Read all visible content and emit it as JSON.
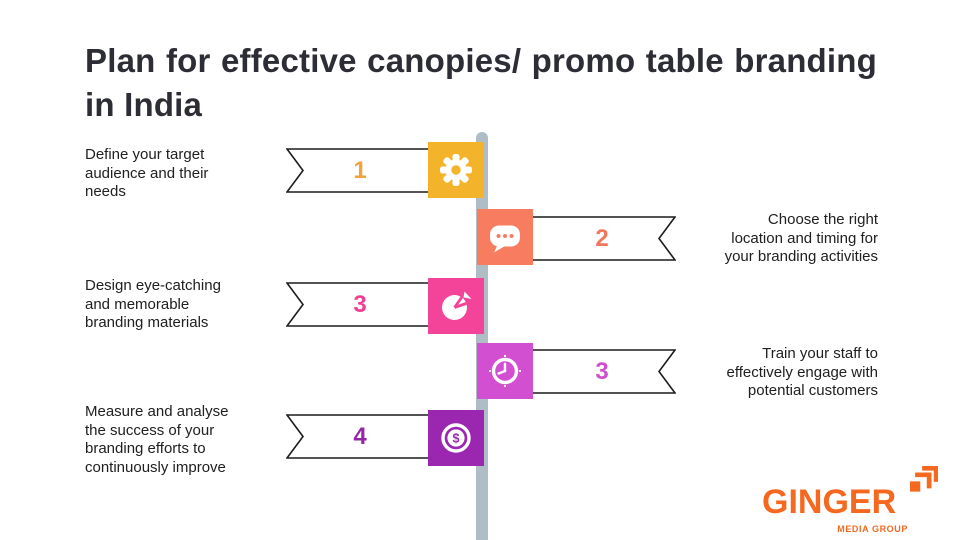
{
  "title": "Plan for effective canopies/ promo table branding in India",
  "timeline": {
    "color": "#aebdc6"
  },
  "steps": [
    {
      "side": "left",
      "number": "1",
      "number_color": "#f1a33c",
      "square_color": "#f3b32b",
      "icon": "gear-icon",
      "text": "Define your target\naudience and their\nneeds"
    },
    {
      "side": "right",
      "number": "2",
      "number_color": "#f0765c",
      "square_color": "#f87c5f",
      "icon": "chat-bubble-icon",
      "text": "Choose the right\nlocation and timing for\nyour branding activities"
    },
    {
      "side": "left",
      "number": "3",
      "number_color": "#f13e92",
      "square_color": "#f4449a",
      "icon": "pie-chart-icon",
      "text": "Design eye-catching\nand memorable\nbranding materials"
    },
    {
      "side": "right",
      "number": "3",
      "number_color": "#ce4fcc",
      "square_color": "#d34fd2",
      "icon": "clock-icon",
      "text": "Train your staff to\neffectively engage with\npotential customers"
    },
    {
      "side": "left",
      "number": "4",
      "number_color": "#9626a8",
      "square_color": "#9b27b0",
      "icon": "dollar-coin-icon",
      "text": "Measure and analyse\nthe success of your\nbranding efforts to\ncontinuously improve"
    }
  ],
  "logo": {
    "name": "GINGER",
    "tagline": "MEDIA GROUP",
    "color": "#f4691f",
    "icon": "corner-frames-icon"
  }
}
